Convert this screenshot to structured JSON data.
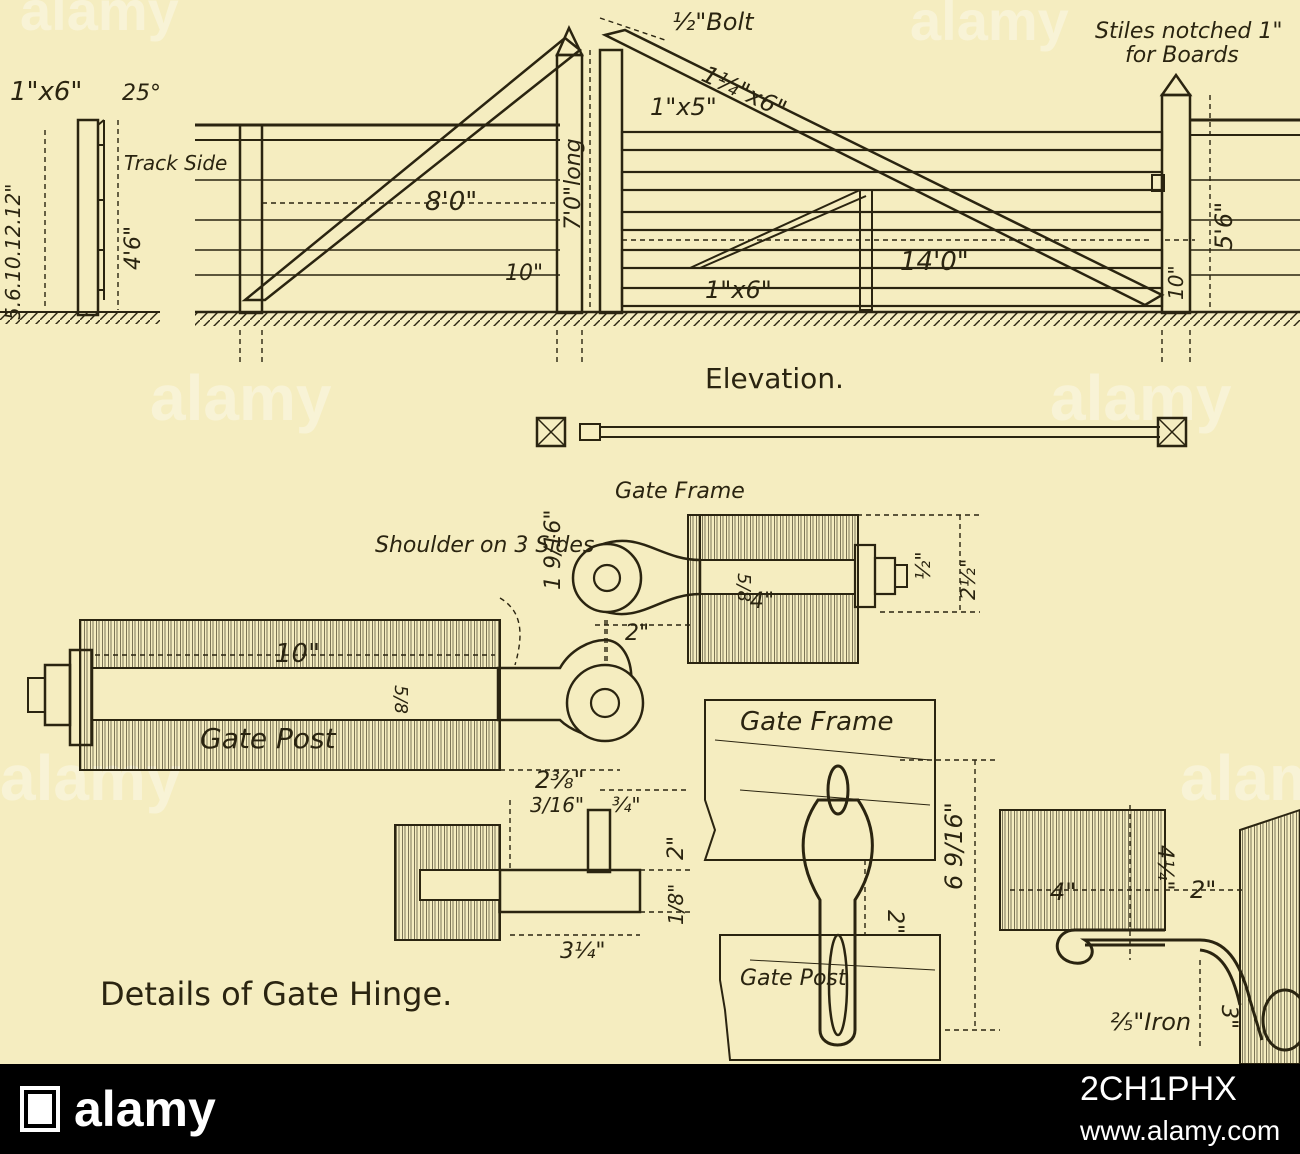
{
  "colors": {
    "paper": "#f5edc0",
    "ink": "#2a2410",
    "footer": "#000000"
  },
  "labels": {
    "bolt": "½\"Bolt",
    "stiles_line1": "Stiles notched 1\"",
    "stiles_line2": "for Boards",
    "section_board": "1\"x6\"",
    "angle": "25°",
    "track_side": "Track Side",
    "track_spacing": "5.6.10.12.12\"",
    "section_height": "4'6\"",
    "brace": "1¼\"x6\"",
    "top_rail": "1\"x5\"",
    "post_height": "7'0\"long",
    "panel_width": "8'0\"",
    "post_spacing": "10\"",
    "gate_width": "14'0\"",
    "bottom_rail": "1\"x6\"",
    "gate_height": "5'6\"",
    "latch_gap": "10\"",
    "elevation": "Elevation.",
    "gate_frame": "Gate Frame",
    "shoulder": "Shoulder on 3 Sides",
    "eye_dia": "1 9/16\"",
    "bolt_dia_top": "5/8",
    "bolt_len_top": "4\"",
    "eye_offset_top": "2\"",
    "thread_top": "½\"",
    "height_top": "2½\"",
    "post_bolt_len": "10\"",
    "bolt_dia_post": "5/8",
    "gate_post": "Gate Post",
    "eye_offset_post": "2⅜\"",
    "pin_thk": "3/16\"",
    "pin_dia": "¾\"",
    "pin_height": "2\"",
    "plate_thk": "1/8\"",
    "plate_len": "3¼\"",
    "gate_frame_2": "Gate Frame",
    "link_gap": "2\"",
    "link_len": "6 9/16\"",
    "gate_post_2": "Gate Post",
    "strap_height": "4¼\"",
    "strap_width": "4\"",
    "strap_gap": "2\"",
    "iron": "⅖\"Iron",
    "curl": "3\"",
    "details": "Details of Gate Hinge."
  },
  "watermark": "alamy",
  "footer": {
    "logo": "alamy",
    "ref": "2CH1PHX",
    "url": "www.alamy.com"
  }
}
